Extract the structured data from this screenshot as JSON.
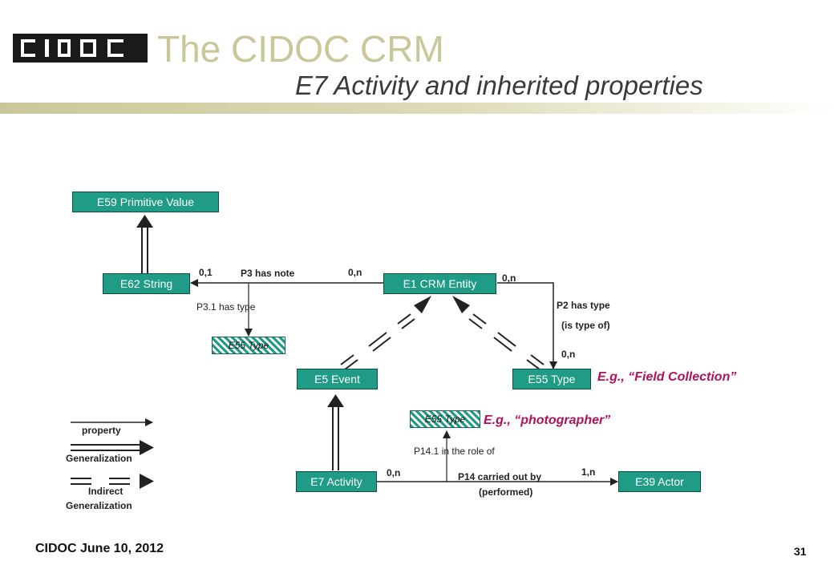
{
  "header": {
    "logo_text": "CIDOC",
    "title": "The CIDOC CRM",
    "subtitle": "E7 Activity and inherited properties"
  },
  "classes": {
    "e59": "E59 Primitive Value",
    "e62": "E62 String",
    "e1": "E1 CRM Entity",
    "e5": "E5 Event",
    "e55": "E55 Type",
    "e7": "E7 Activity",
    "e39": "E39 Actor",
    "e55_hatch_1": "E55 Type",
    "e55_hatch_2": "E55 Type"
  },
  "properties": {
    "p3": "P3 has note",
    "p3_card_left": "0,1",
    "p3_card_right": "0,n",
    "p3_1": "P3.1 has type",
    "p2": "P2 has type",
    "p2_inverse": "(is type of)",
    "p2_card_top": "0,n",
    "p2_card_bottom": "0,n",
    "p14": "P14 carried out by",
    "p14_inverse": "(performed)",
    "p14_card_left": "0,n",
    "p14_card_right": "1,n",
    "p14_1": "P14.1 in the role of"
  },
  "examples": {
    "field_collection": "E.g., “Field Collection”",
    "photographer": "E.g., “photographer”"
  },
  "legend": {
    "property": "property",
    "generalization": "Generalization",
    "indirect_1": "Indirect",
    "indirect_2": "Generalization"
  },
  "footer": {
    "text": "CIDOC June 10, 2012",
    "page": "31"
  },
  "colors": {
    "box_fill": "#1f9b86",
    "title": "#c9c79a",
    "example": "#b0125a"
  }
}
